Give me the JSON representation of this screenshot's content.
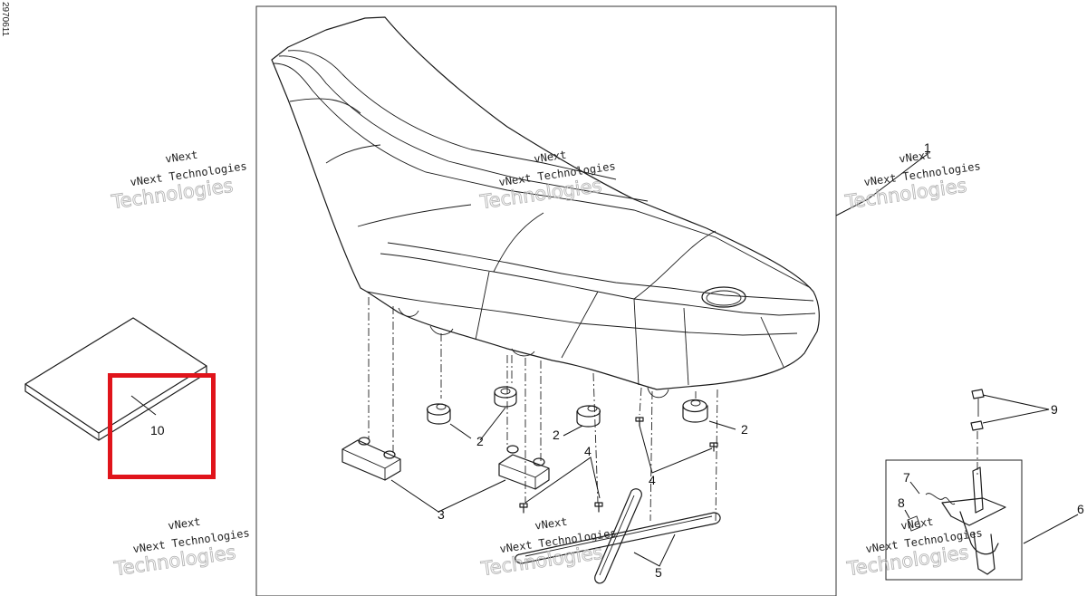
{
  "doc_id": "2970611",
  "callouts": [
    "1",
    "2",
    "2",
    "2",
    "2",
    "3",
    "4",
    "4",
    "4",
    "5",
    "6",
    "7",
    "8",
    "9",
    "10"
  ],
  "watermark": {
    "line1": "vNext",
    "line2": "vNext Technologies",
    "line3": "Technologies"
  },
  "colors": {
    "highlight": "#e0141b",
    "line": "#1a1a1a",
    "watermark": "#b5b5b5"
  }
}
